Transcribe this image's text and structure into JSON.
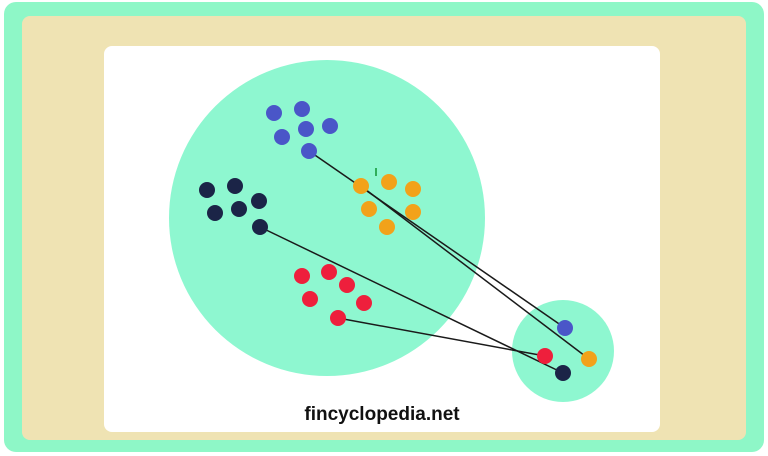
{
  "colors": {
    "outer_frame": "#8ef7c7",
    "inner_frame": "#efe3b3",
    "cluster_fill": "#8ef7d0",
    "line": "#1a1a1a",
    "small_marker": "#2fae5a"
  },
  "site_label": "fincyclopedia.net",
  "diagram": {
    "large_circle": {
      "name": "large-cluster"
    },
    "small_circle": {
      "name": "small-cluster"
    },
    "groups": [
      {
        "name": "blue-group",
        "color": "#4a56c8"
      },
      {
        "name": "orange-group",
        "color": "#f2a21a"
      },
      {
        "name": "navy-group",
        "color": "#1b2447"
      },
      {
        "name": "red-group",
        "color": "#ee1f3c"
      }
    ]
  }
}
